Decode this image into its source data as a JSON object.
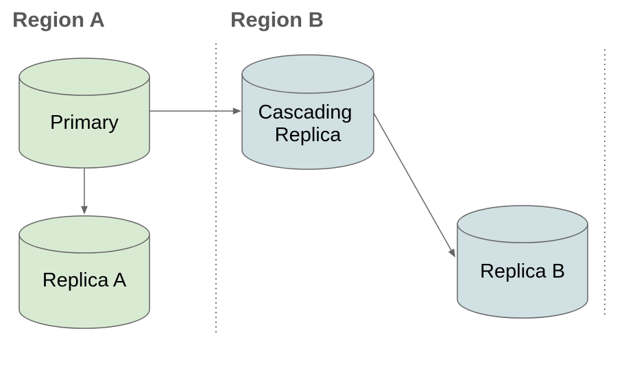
{
  "diagram": {
    "regions": [
      {
        "label": "Region A"
      },
      {
        "label": "Region B"
      }
    ],
    "nodes": [
      {
        "id": "primary",
        "label": "Primary",
        "region": "Region A",
        "shape": "database-cylinder",
        "fill": "#d9ead3"
      },
      {
        "id": "replica-a",
        "label": "Replica A",
        "region": "Region A",
        "shape": "database-cylinder",
        "fill": "#d9ead3"
      },
      {
        "id": "cascading-replica",
        "label": "Cascading Replica",
        "label_lines": [
          "Cascading",
          "Replica"
        ],
        "region": "Region B",
        "shape": "database-cylinder",
        "fill": "#d0e0e3"
      },
      {
        "id": "replica-b",
        "label": "Replica B",
        "region": "Region B",
        "shape": "database-cylinder",
        "fill": "#d0e0e3"
      }
    ],
    "edges": [
      {
        "from": "Primary",
        "to": "Cascading Replica",
        "style": "arrow"
      },
      {
        "from": "Primary",
        "to": "Replica A",
        "style": "arrow"
      },
      {
        "from": "Cascading Replica",
        "to": "Replica B",
        "style": "arrow"
      }
    ],
    "colors": {
      "region_a_node_fill": "#d9ead3",
      "region_b_node_fill": "#d0e0e3",
      "outline": "#666666",
      "arrow": "#666666",
      "heading_text": "#595959",
      "node_text": "#000000",
      "divider": "#757575",
      "background": "#ffffff"
    }
  }
}
